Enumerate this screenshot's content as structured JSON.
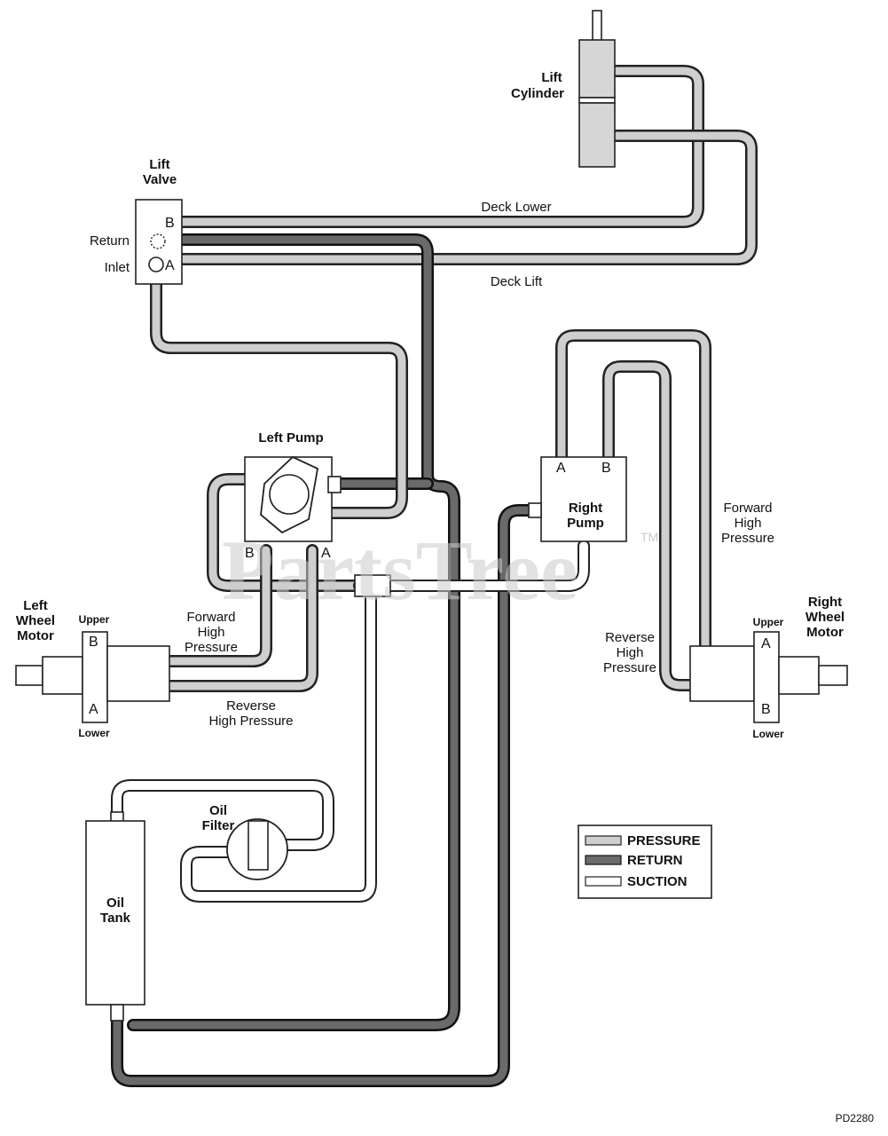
{
  "labels": {
    "lift_cylinder": [
      "Lift",
      "Cylinder"
    ],
    "lift_valve": [
      "Lift",
      "Valve"
    ],
    "valve_port_b": "B",
    "valve_port_a": "A",
    "valve_return": "Return",
    "valve_inlet": "Inlet",
    "deck_lower": "Deck Lower",
    "deck_lift": "Deck Lift",
    "left_pump": "Left Pump",
    "left_pump_port_b": "B",
    "left_pump_port_a": "A",
    "right_pump": [
      "Right",
      "Pump"
    ],
    "right_pump_port_a": "A",
    "right_pump_port_b": "B",
    "left_wheel_motor": [
      "Left",
      "Wheel",
      "Motor"
    ],
    "left_motor_upper": "Upper",
    "left_motor_lower": "Lower",
    "left_motor_port_b": "B",
    "left_motor_port_a": "A",
    "right_wheel_motor": [
      "Right",
      "Wheel",
      "Motor"
    ],
    "right_motor_upper": "Upper",
    "right_motor_lower": "Lower",
    "right_motor_port_a": "A",
    "right_motor_port_b": "B",
    "left_forward": [
      "Forward",
      "High",
      "Pressure"
    ],
    "left_reverse": [
      "Reverse",
      "High Pressure"
    ],
    "right_forward": [
      "Forward",
      "High",
      "Pressure"
    ],
    "right_reverse": [
      "Reverse",
      "High",
      "Pressure"
    ],
    "oil_filter": [
      "Oil",
      "Filter"
    ],
    "oil_tank": [
      "Oil",
      "Tank"
    ],
    "drawing_number": "PD2280"
  },
  "legend": {
    "items": [
      {
        "key": "pressure",
        "label": "PRESSURE"
      },
      {
        "key": "return",
        "label": "RETURN"
      },
      {
        "key": "suction",
        "label": "SUCTION"
      }
    ]
  },
  "watermark": {
    "text": "PartsTree",
    "mark": "TM"
  },
  "colors": {
    "pressure": "#cfcfcf",
    "return": "#6a6a6a",
    "suction": "#ffffff",
    "outline": "#222222"
  }
}
